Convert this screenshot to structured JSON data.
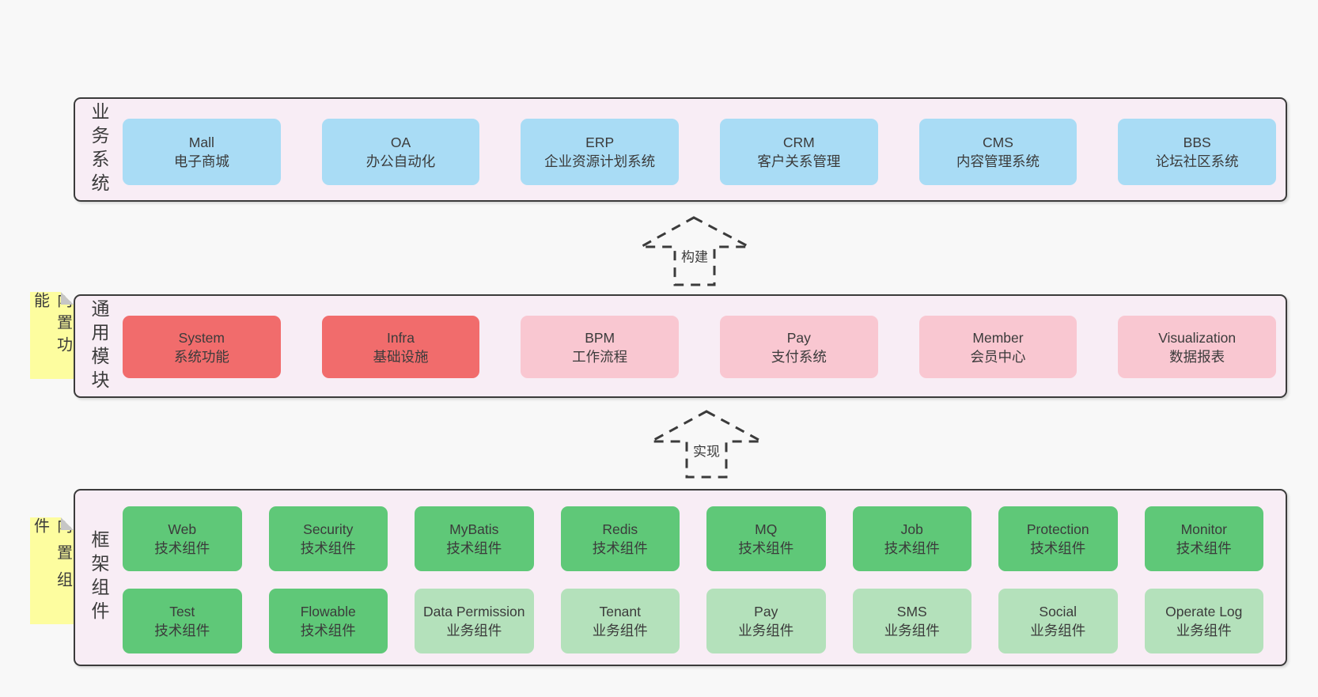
{
  "diagram": {
    "arrows": [
      {
        "label": "构建"
      },
      {
        "label": "实现"
      }
    ],
    "layers": [
      {
        "label": "业务系统",
        "boxes": [
          {
            "name": "Mall",
            "desc": "电子商城",
            "color": "blue"
          },
          {
            "name": "OA",
            "desc": "办公自动化",
            "color": "blue"
          },
          {
            "name": "ERP",
            "desc": "企业资源计划系统",
            "color": "blue"
          },
          {
            "name": "CRM",
            "desc": "客户关系管理",
            "color": "blue"
          },
          {
            "name": "CMS",
            "desc": "内容管理系统",
            "color": "blue"
          },
          {
            "name": "BBS",
            "desc": "论坛社区系统",
            "color": "blue"
          }
        ]
      },
      {
        "label": "通用模块",
        "tag": "内置功能",
        "boxes": [
          {
            "name": "System",
            "desc": "系统功能",
            "color": "red"
          },
          {
            "name": "Infra",
            "desc": "基础设施",
            "color": "red"
          },
          {
            "name": "BPM",
            "desc": "工作流程",
            "color": "pink"
          },
          {
            "name": "Pay",
            "desc": "支付系统",
            "color": "pink"
          },
          {
            "name": "Member",
            "desc": "会员中心",
            "color": "pink"
          },
          {
            "name": "Visualization",
            "desc": "数据报表",
            "color": "pink"
          }
        ]
      },
      {
        "label": "框架组件",
        "tag": "内置组件",
        "boxes": [
          {
            "name": "Web",
            "desc": "技术组件",
            "color": "green"
          },
          {
            "name": "Security",
            "desc": "技术组件",
            "color": "green"
          },
          {
            "name": "MyBatis",
            "desc": "技术组件",
            "color": "green"
          },
          {
            "name": "Redis",
            "desc": "技术组件",
            "color": "green"
          },
          {
            "name": "MQ",
            "desc": "技术组件",
            "color": "green"
          },
          {
            "name": "Job",
            "desc": "技术组件",
            "color": "green"
          },
          {
            "name": "Protection",
            "desc": "技术组件",
            "color": "green"
          },
          {
            "name": "Monitor",
            "desc": "技术组件",
            "color": "green"
          },
          {
            "name": "Test",
            "desc": "技术组件",
            "color": "green"
          },
          {
            "name": "Flowable",
            "desc": "技术组件",
            "color": "green"
          },
          {
            "name": "Data Permission",
            "desc": "业务组件",
            "color": "lightgreen"
          },
          {
            "name": "Tenant",
            "desc": "业务组件",
            "color": "lightgreen"
          },
          {
            "name": "Pay",
            "desc": "业务组件",
            "color": "lightgreen"
          },
          {
            "name": "SMS",
            "desc": "业务组件",
            "color": "lightgreen"
          },
          {
            "name": "Social",
            "desc": "业务组件",
            "color": "lightgreen"
          },
          {
            "name": "Operate Log",
            "desc": "业务组件",
            "color": "lightgreen"
          }
        ]
      }
    ]
  },
  "colors": {
    "page-bg": "#f8f8f8",
    "container": "#f8edf5",
    "border": "#3b3b3b",
    "text": "#3b3b3b",
    "blue": "#a9dcf5",
    "red": "#f16c6c",
    "pink": "#f9c7d1",
    "green": "#5fc878",
    "lightgreen": "#b4e1bb",
    "yellow": "#fdfd9f",
    "fold": "#c6c6c6"
  }
}
